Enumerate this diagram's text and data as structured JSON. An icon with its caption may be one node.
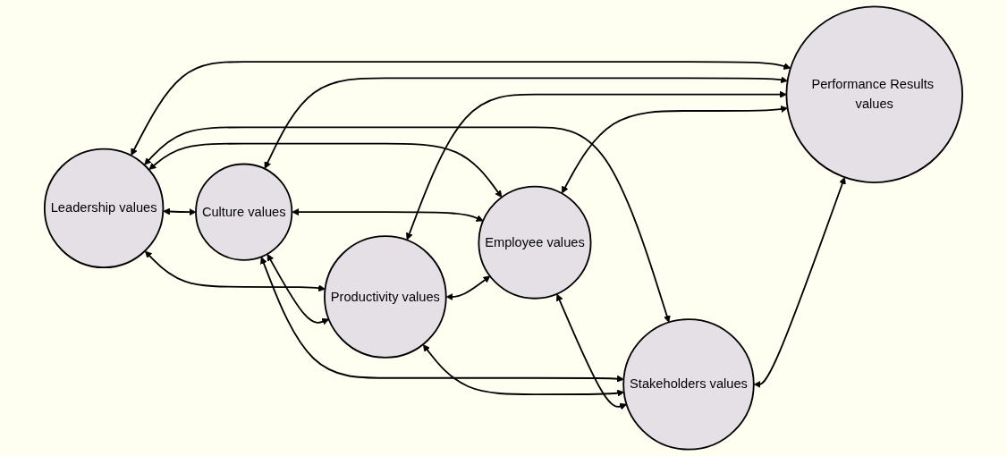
{
  "diagram": {
    "nodes": [
      {
        "text": [
          "Leadership values"
        ]
      },
      {
        "text": [
          "Culture values"
        ]
      },
      {
        "text": [
          "Productivity values"
        ]
      },
      {
        "text": [
          "Employee values"
        ]
      },
      {
        "text": [
          "Stakeholders values"
        ]
      },
      {
        "text": [
          "Performance Results values"
        ]
      }
    ],
    "edges": [
      {
        "from": 0,
        "to": 1,
        "arrow": "both"
      },
      {
        "from": 0,
        "to": 2,
        "arrow": "both"
      },
      {
        "from": 0,
        "to": 3,
        "arrow": "both"
      },
      {
        "from": 0,
        "to": 4,
        "arrow": "both"
      },
      {
        "from": 0,
        "to": 5,
        "arrow": "both"
      },
      {
        "from": 1,
        "to": 2,
        "arrow": "both"
      },
      {
        "from": 1,
        "to": 3,
        "arrow": "both"
      },
      {
        "from": 1,
        "to": 4,
        "arrow": "both"
      },
      {
        "from": 1,
        "to": 5,
        "arrow": "both"
      },
      {
        "from": 2,
        "to": 3,
        "arrow": "both"
      },
      {
        "from": 2,
        "to": 4,
        "arrow": "both"
      },
      {
        "from": 2,
        "to": 5,
        "arrow": "both"
      },
      {
        "from": 3,
        "to": 4,
        "arrow": "both"
      },
      {
        "from": 3,
        "to": 5,
        "arrow": "both"
      },
      {
        "from": 4,
        "to": 5,
        "arrow": "both"
      }
    ]
  }
}
